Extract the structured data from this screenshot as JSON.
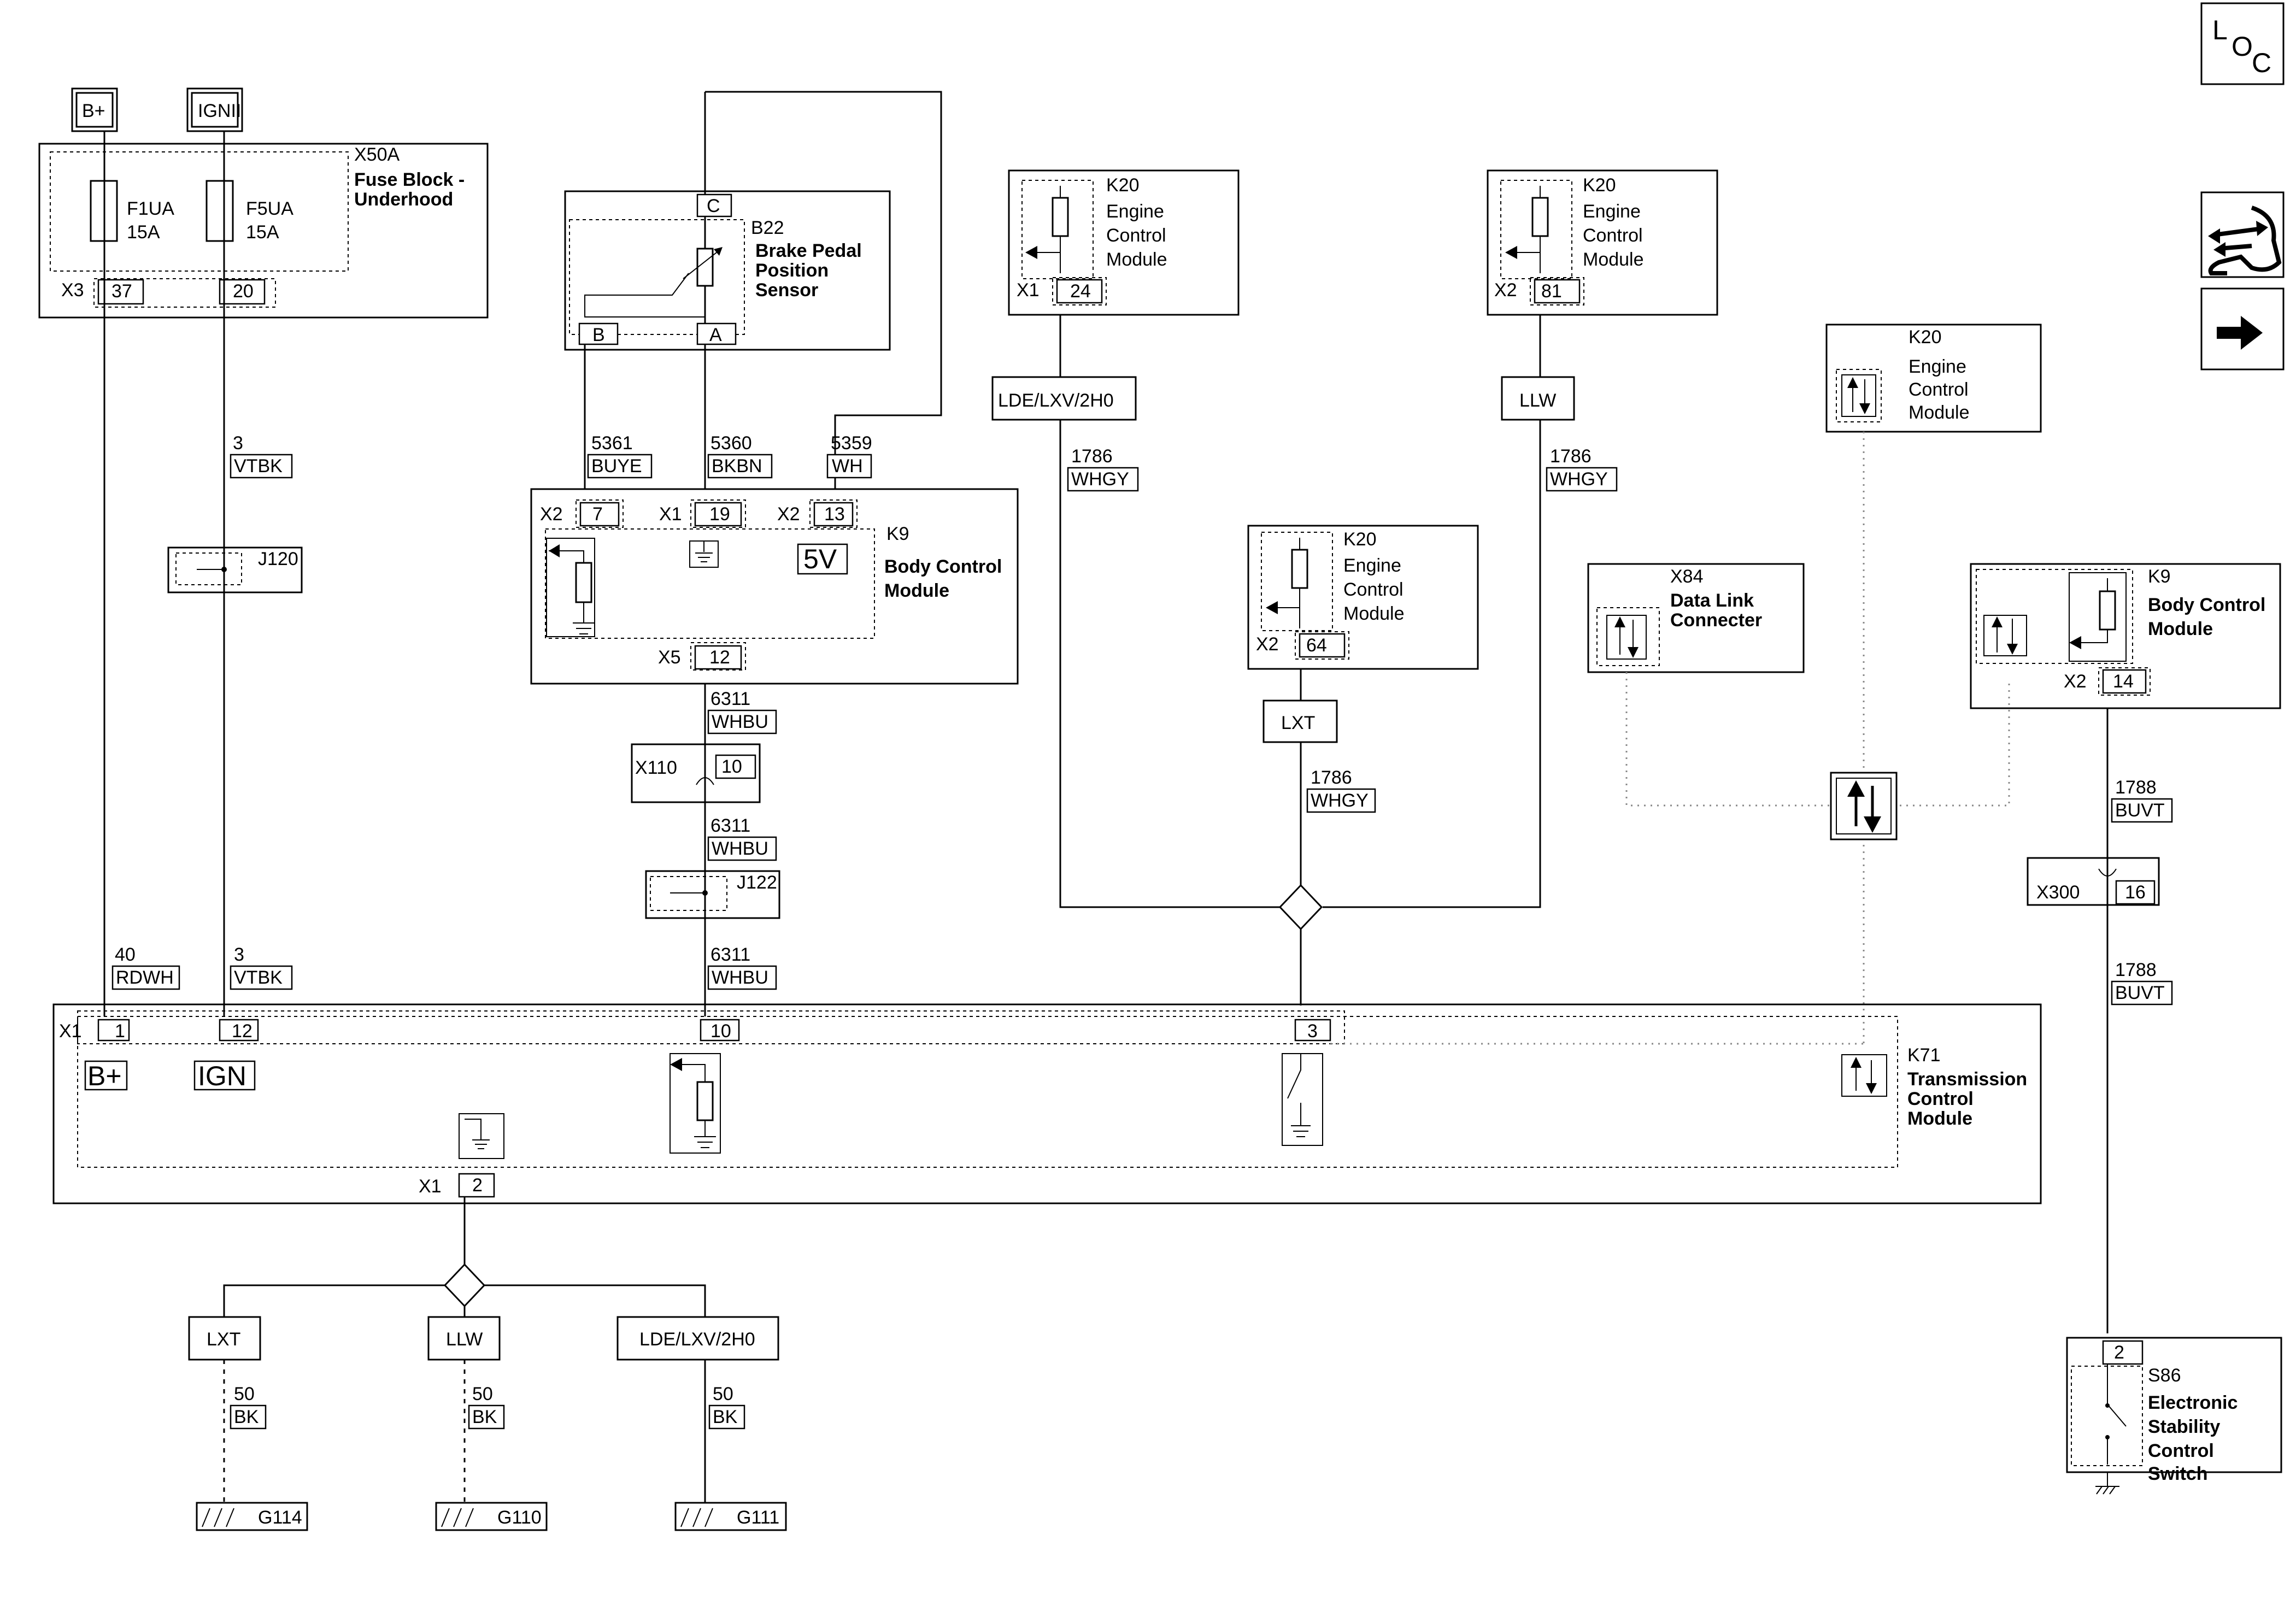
{
  "sources": {
    "bplus": "B+",
    "ignii": "IGNII"
  },
  "icons": {
    "loc": [
      "L",
      "O",
      "C"
    ],
    "locator_icon": "loc-icon",
    "wrench_icon": "wrench-arrows-icon",
    "next_icon": "right-arrow-icon"
  },
  "fuse_block": {
    "ref": "X50A",
    "name_l1": "Fuse Block -",
    "name_l2": "Underhood",
    "fuse1": "F1UA",
    "fuse1_amp": "15A",
    "fuse2": "F5UA",
    "fuse2_amp": "15A",
    "connector": "X3",
    "pin1": "37",
    "pin2": "20"
  },
  "wires": {
    "w3a_num": "3",
    "w3a_color": "VTBK",
    "w5361_num": "5361",
    "w5361_color": "BUYE",
    "w5360_num": "5360",
    "w5360_color": "BKBN",
    "w5359_num": "5359",
    "w5359_color": "WH",
    "w6311a_num": "6311",
    "w6311a_color": "WHBU",
    "w6311b_num": "6311",
    "w6311b_color": "WHBU",
    "w6311c_num": "6311",
    "w6311c_color": "WHBU",
    "w40_num": "40",
    "w40_color": "RDWH",
    "w3b_num": "3",
    "w3b_color": "VTBK",
    "w1786a_num": "1786",
    "w1786a_color": "WHGY",
    "w1786b_num": "1786",
    "w1786b_color": "WHGY",
    "w1786c_num": "1786",
    "w1786c_color": "WHGY",
    "w1788a_num": "1788",
    "w1788a_color": "BUVT",
    "w1788b_num": "1788",
    "w1788b_color": "BUVT",
    "g1_num": "50",
    "g1_color": "BK",
    "g2_num": "50",
    "g2_color": "BK",
    "g3_num": "50",
    "g3_color": "BK"
  },
  "splices": {
    "j120": "J120",
    "j122": "J122"
  },
  "b22": {
    "ref": "B22",
    "name_l1": "Brake Pedal",
    "name_l2": "Position",
    "name_l3": "Sensor",
    "pin_c": "C",
    "pin_b": "B",
    "pin_a": "A"
  },
  "k9": {
    "ref": "K9",
    "name_l1": "Body Control",
    "name_l2": "Module",
    "c1": "X2",
    "p1": "7",
    "c2": "X1",
    "p2": "19",
    "c3": "X2",
    "p3": "13",
    "c4": "X5",
    "p4": "12",
    "volt": "5V"
  },
  "x110": {
    "ref": "X110",
    "pin": "10"
  },
  "k20_a": {
    "ref": "K20",
    "name_l1": "Engine",
    "name_l2": "Control",
    "name_l3": "Module",
    "conn": "X1",
    "pin": "24"
  },
  "k20_b": {
    "ref": "K20",
    "name_l1": "Engine",
    "name_l2": "Control",
    "name_l3": "Module",
    "conn": "X2",
    "pin": "81"
  },
  "k20_c": {
    "ref": "K20",
    "name_l1": "Engine",
    "name_l2": "Control",
    "name_l3": "Module",
    "conn": "X2",
    "pin": "64"
  },
  "k20_d": {
    "ref": "K20",
    "name_l1": "Engine",
    "name_l2": "Control",
    "name_l3": "Module"
  },
  "engine_tags": {
    "lde": "LDE/LXV/2H0",
    "llw": "LLW",
    "lxt": "LXT"
  },
  "x84": {
    "ref": "X84",
    "name_l1": "Data Link",
    "name_l2": "Connecter"
  },
  "k9_right": {
    "ref": "K9",
    "name_l1": "Body Control",
    "name_l2": "Module",
    "conn": "X2",
    "pin": "14"
  },
  "x300": {
    "ref": "X300",
    "pin": "16"
  },
  "k71": {
    "ref": "K71",
    "name_l1": "Transmission",
    "name_l2": "Control",
    "name_l3": "Module",
    "conn": "X1",
    "p1": "1",
    "p2": "12",
    "p3": "10",
    "p4": "3",
    "bplus": "B+",
    "ign": "IGN",
    "gconn": "X1",
    "gpin": "2"
  },
  "ground_tags": {
    "t1": "LXT",
    "t2": "LLW",
    "t3": "LDE/LXV/2H0"
  },
  "grounds": {
    "g1": "G114",
    "g2": "G110",
    "g3": "G111"
  },
  "s86": {
    "ref": "S86",
    "pin": "2",
    "name_l1": "Electronic",
    "name_l2": "Stability",
    "name_l3": "Control",
    "name_l4": "Switch"
  }
}
